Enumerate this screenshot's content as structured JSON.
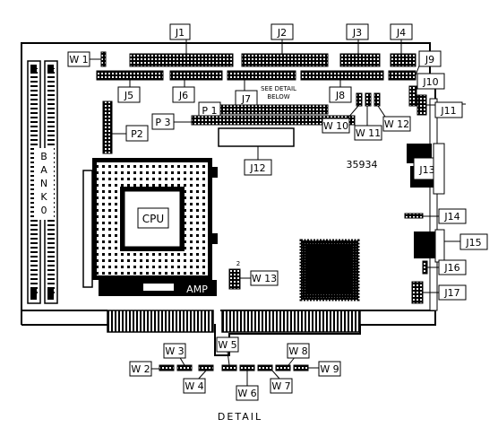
{
  "labels": {
    "J1": "J1",
    "J2": "J2",
    "J3": "J3",
    "J4": "J4",
    "J5": "J5",
    "J6": "J6",
    "J7": "J7",
    "J8": "J8",
    "J9": "J9",
    "J10": "J10",
    "J11": "J11",
    "J12": "J12",
    "J13": "J13",
    "J14": "J14",
    "J15": "J15",
    "J16": "J16",
    "J17": "J17",
    "W1": "W 1",
    "W2": "W 2",
    "W3": "W 3",
    "W4": "W 4",
    "W5": "W 5",
    "W6": "W 6",
    "W7": "W 7",
    "W8": "W 8",
    "W9": "W 9",
    "W10": "W 10",
    "W11": "W 11",
    "W12": "W 12",
    "W13": "W 13",
    "P1": "P 1",
    "P2": "P2",
    "P3": "P 3"
  },
  "see_detail_line1": "SEE DETAIL",
  "see_detail_line2": "BELOW",
  "board_number": "35934",
  "cpu_label": "CPU",
  "amp_label": "AMP",
  "bank_letters": [
    "B",
    "A",
    "N",
    "K",
    "0"
  ],
  "pin_marker": "2",
  "detail_caption": "DETAIL"
}
